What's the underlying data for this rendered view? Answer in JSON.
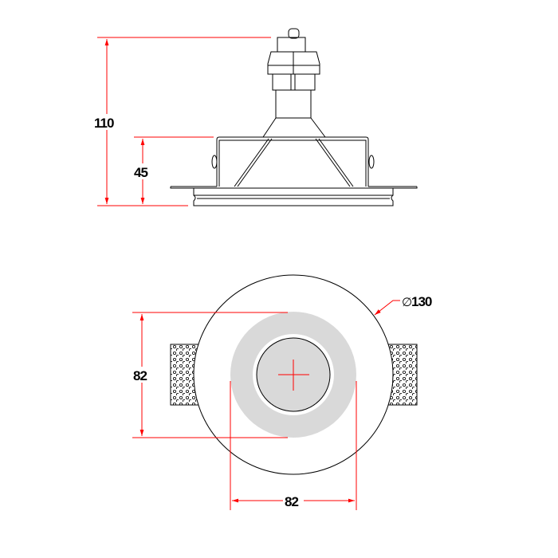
{
  "side_view": {
    "total_height_label": "110",
    "housing_height_label": "45"
  },
  "bottom_view": {
    "diameter_label": "130",
    "diameter_symbol": "∅",
    "inner_height_label": "82",
    "inner_width_label": "82"
  },
  "colors": {
    "dimension": "#ff0000",
    "outline": "#000000",
    "ring_fill": "#d9d9d9"
  }
}
